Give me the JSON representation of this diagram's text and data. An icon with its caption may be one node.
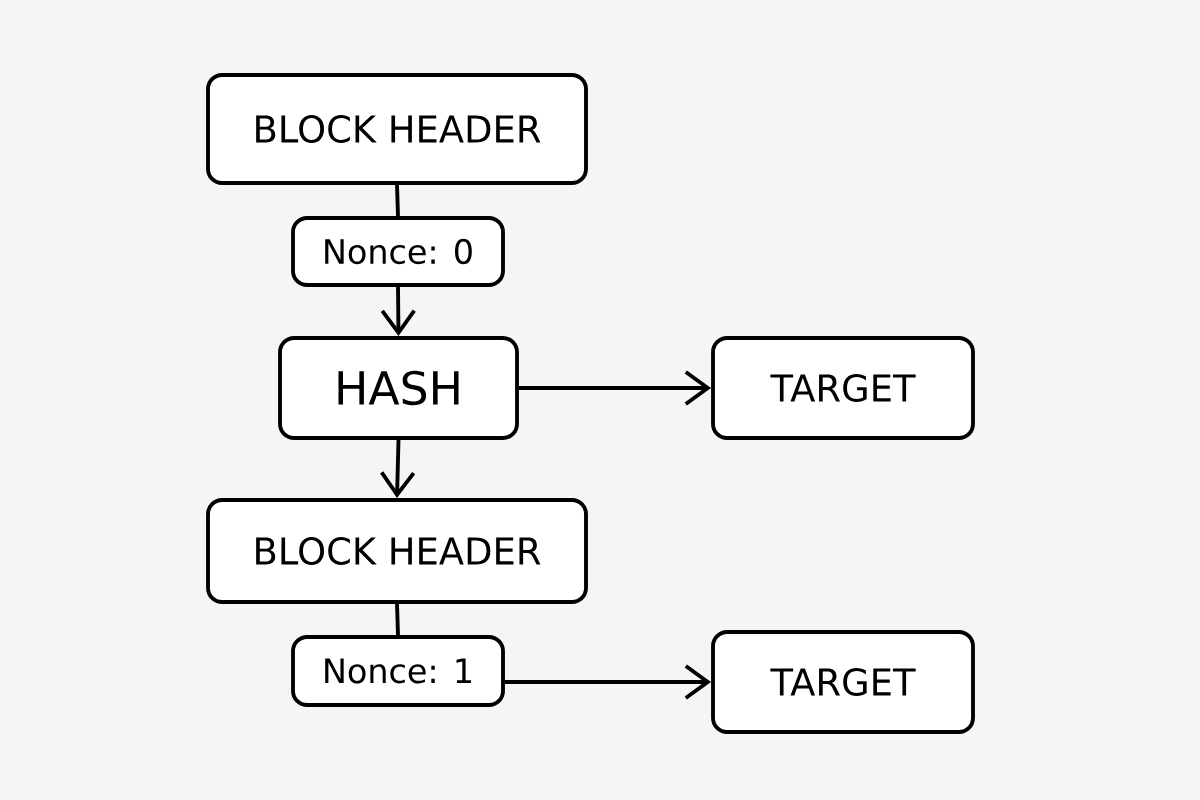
{
  "diagram": {
    "nodes": [
      {
        "text": [
          "BLOCK HEADER"
        ]
      },
      {
        "text": [
          "Nonce: 0"
        ]
      },
      {
        "text": [
          "HASH"
        ]
      },
      {
        "text": [
          "TARGET"
        ]
      },
      {
        "text": [
          "BLOCK HEADER"
        ]
      },
      {
        "text": [
          "Nonce: 1"
        ]
      },
      {
        "text": [
          "TARGET"
        ]
      }
    ],
    "edges": [
      {
        "from": 0,
        "to": 1,
        "arrow": "none"
      },
      {
        "from": 1,
        "to": 2,
        "arrow": "to"
      },
      {
        "from": 2,
        "to": 3,
        "arrow": "to"
      },
      {
        "from": 2,
        "to": 4,
        "arrow": "to"
      },
      {
        "from": 4,
        "to": 5,
        "arrow": "none"
      },
      {
        "from": 5,
        "to": 6,
        "arrow": "to"
      }
    ]
  }
}
